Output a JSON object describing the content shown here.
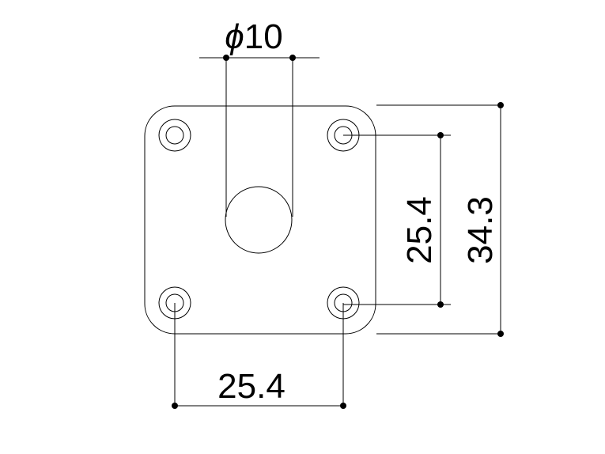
{
  "dimensions": {
    "diameter": {
      "symbol": "ϕ",
      "value": "10"
    },
    "hole_spacing_horizontal": "25.4",
    "hole_spacing_vertical": "25.4",
    "plate_height": "34.3"
  },
  "colors": {
    "line": "#000000",
    "background": "#ffffff"
  }
}
